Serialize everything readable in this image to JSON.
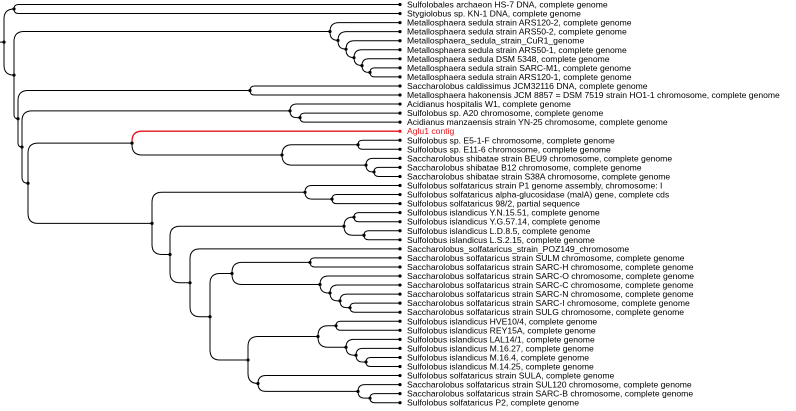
{
  "tree": {
    "line_color": "#000000",
    "highlight_color": "#e8141b",
    "leaves": [
      {
        "label": "Sulfolobales archaeon HS-7 DNA, complete genome",
        "highlight": false
      },
      {
        "label": "Stygiolobus sp. KN-1 DNA, complete genome",
        "highlight": false
      },
      {
        "label": "Metallosphaera sedula strain ARS120-2, complete genome",
        "highlight": false
      },
      {
        "label": "Metallosphaera sedula strain ARS50-2, complete genome",
        "highlight": false
      },
      {
        "label": "Metallosphaera_sedula_strain_CuR1_genome",
        "highlight": false
      },
      {
        "label": "Metallosphaera sedula strain ARS50-1, complete genome",
        "highlight": false
      },
      {
        "label": "Metallosphaera sedula DSM 5348, complete genome",
        "highlight": false
      },
      {
        "label": "Metallosphaera sedula strain SARC-M1, complete genome",
        "highlight": false
      },
      {
        "label": "Metallosphaera sedula strain ARS120-1, complete genome",
        "highlight": false
      },
      {
        "label": "Saccharolobus caldissimus JCM32116 DNA, complete genome",
        "highlight": false
      },
      {
        "label": "Metallosphaera hakonensis JCM 8857 = DSM 7519 strain HO1-1 chromosome, complete genome",
        "highlight": false
      },
      {
        "label": "Acidianus hospitalis W1, complete genome",
        "highlight": false
      },
      {
        "label": "Sulfolobus sp. A20 chromosome, complete genome",
        "highlight": false
      },
      {
        "label": "Acidianus manzaensis strain YN-25 chromosome, complete genome",
        "highlight": false
      },
      {
        "label": "Aglu1 contig",
        "highlight": true
      },
      {
        "label": "Sulfolobus sp. E5-1-F chromosome, complete genome",
        "highlight": false
      },
      {
        "label": "Sulfolobus sp. E11-6 chromosome, complete genome",
        "highlight": false
      },
      {
        "label": "Saccharolobus shibatae strain BEU9 chromosome, complete genome",
        "highlight": false
      },
      {
        "label": "Saccharolobus shibatae B12 chromosome, complete genome",
        "highlight": false
      },
      {
        "label": "Saccharolobus shibatae strain S38A chromosome, complete genome",
        "highlight": false
      },
      {
        "label": "Sulfolobus solfataricus strain P1 genome assembly, chromosome: I",
        "highlight": false
      },
      {
        "label": "Sulfolobus solfataricus alpha-glucosidase (malA) gene, complete cds",
        "highlight": false
      },
      {
        "label": "Sulfolobus solfataricus 98/2, partial sequence",
        "highlight": false
      },
      {
        "label": "Sulfolobus islandicus Y.N.15.51, complete genome",
        "highlight": false
      },
      {
        "label": "Sulfolobus islandicus Y.G.57.14, complete genome",
        "highlight": false
      },
      {
        "label": "Sulfolobus islandicus L.D.8.5, complete genome",
        "highlight": false
      },
      {
        "label": "Sulfolobus islandicus L.S.2.15, complete genome",
        "highlight": false
      },
      {
        "label": "Saccharolobus_solfataricus_strain_POZ149_chromosome",
        "highlight": false
      },
      {
        "label": "Saccharolobus solfataricus strain SULM chromosome, complete genome",
        "highlight": false
      },
      {
        "label": "Saccharolobus solfataricus strain SARC-H chromosome, complete genome",
        "highlight": false
      },
      {
        "label": "Saccharolobus solfataricus strain SARC-O chromosome, complete genome",
        "highlight": false
      },
      {
        "label": "Saccharolobus solfataricus strain SARC-C chromosome, complete genome",
        "highlight": false
      },
      {
        "label": "Saccharolobus solfataricus strain SARC-N chromosome, complete genome",
        "highlight": false
      },
      {
        "label": "Saccharolobus solfataricus strain SARC-I chromosome, complete genome",
        "highlight": false
      },
      {
        "label": "Saccharolobus solfataricus strain SULG chromosome, complete genome",
        "highlight": false
      },
      {
        "label": "Sulfolobus islandicus HVE10/4, complete genome",
        "highlight": false
      },
      {
        "label": "Sulfolobus islandicus REY15A, complete genome",
        "highlight": false
      },
      {
        "label": "Sulfolobus islandicus LAL14/1, complete genome",
        "highlight": false
      },
      {
        "label": "Sulfolobus islandicus M.16.27, complete genome",
        "highlight": false
      },
      {
        "label": "Sulfolobus islandicus M.16.4, complete genome",
        "highlight": false
      },
      {
        "label": "Sulfolobus islandicus M.14.25, complete genome",
        "highlight": false
      },
      {
        "label": "Sulfolobus solfataricus strain SULA, complete genome",
        "highlight": false
      },
      {
        "label": "Saccharolobus solfataricus strain SUL120 chromosome, complete genome",
        "highlight": false
      },
      {
        "label": "Saccharolobus solfataricus strain SARC-B chromosome, complete genome",
        "highlight": false
      },
      {
        "label": "Sulfolobus solfataricus P2, complete genome",
        "highlight": false
      }
    ]
  }
}
